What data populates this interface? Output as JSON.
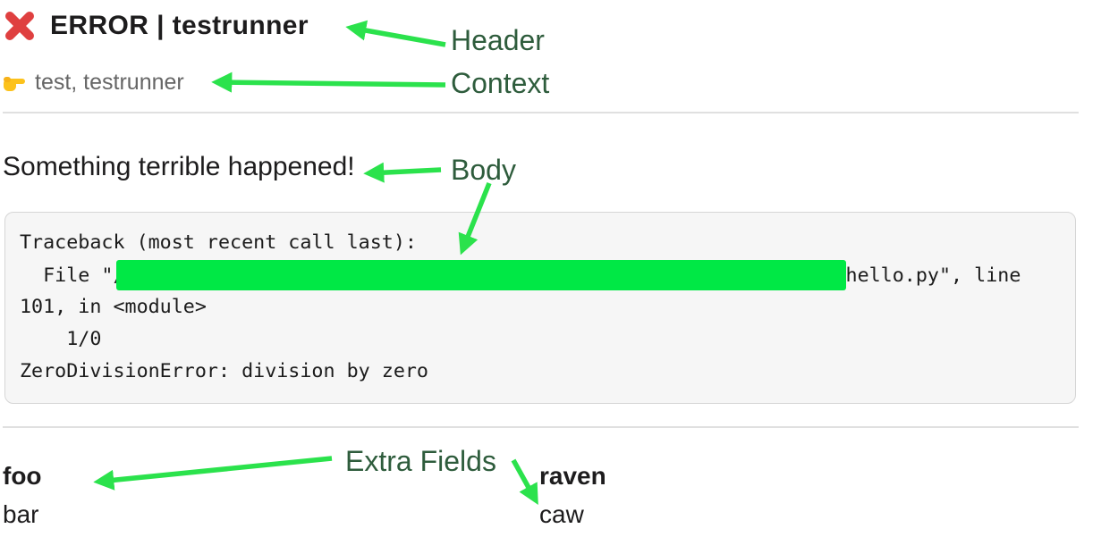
{
  "message": {
    "header": {
      "icon": "cross-mark-emoji",
      "title": "ERROR | testrunner"
    },
    "context": {
      "icon": "pointing-right-emoji",
      "text": "test, testrunner"
    },
    "body": {
      "text": "Something terrible happened!"
    },
    "code": {
      "line1": "Traceback (most recent call last):",
      "line2_prefix": "  File \"/",
      "line2_redaction": "redacted-file-path",
      "line2_suffix": "hello.py\", line",
      "line3": "101, in <module>",
      "line4": "    1/0",
      "line5": "ZeroDivisionError: division by zero"
    },
    "fields": [
      {
        "name": "foo",
        "value": "bar"
      },
      {
        "name": "raven",
        "value": "caw"
      }
    ]
  },
  "annotations": {
    "header_label": "Header",
    "context_label": "Context",
    "body_label": "Body",
    "extra_fields_label": "Extra Fields",
    "arrow_color": "#2be24c",
    "label_color": "#2e5c3c",
    "redaction_color": "#00e845"
  }
}
